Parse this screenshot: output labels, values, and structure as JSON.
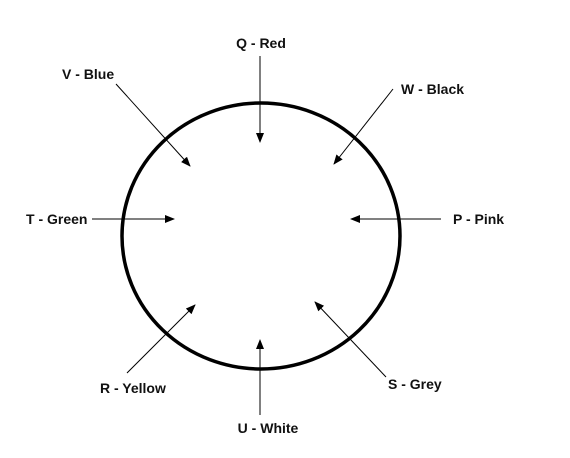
{
  "colors": {
    "background": "#ffffff",
    "stroke": "#000000",
    "text": "#111111"
  },
  "labels": {
    "q": "Q - Red",
    "v": "V - Blue",
    "w": "W - Black",
    "t": "T - Green",
    "p": "P - Pink",
    "r": "R - Yellow",
    "s": "S - Grey",
    "u": "U - White"
  }
}
